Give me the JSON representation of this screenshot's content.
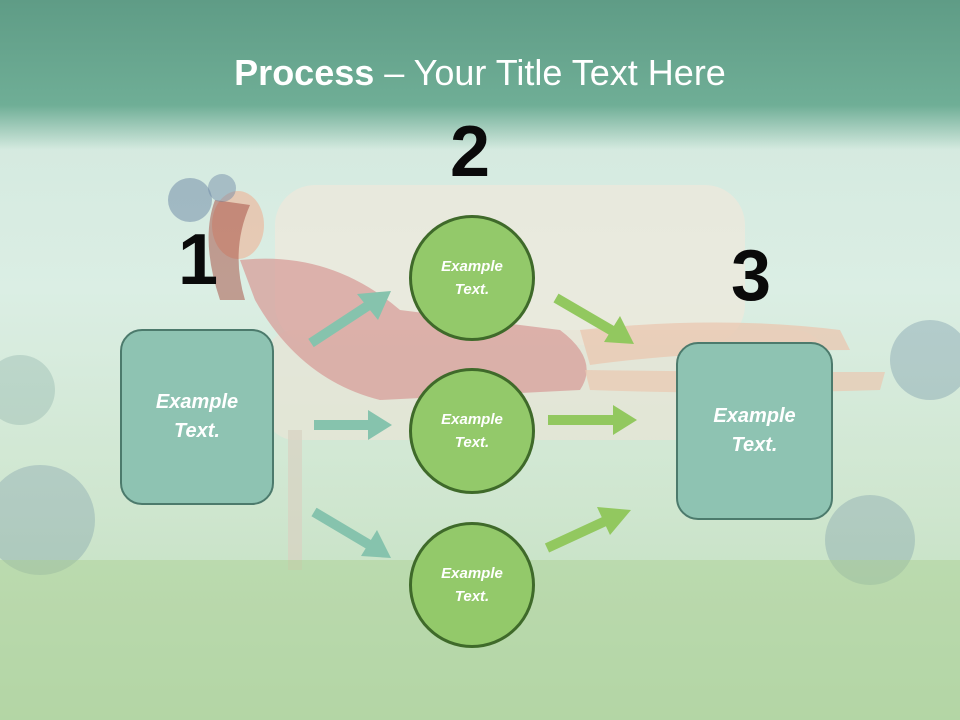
{
  "title": {
    "bold": "Process",
    "rest": " – Your Title Text Here"
  },
  "step_numbers": [
    "1",
    "2",
    "3"
  ],
  "left_box": {
    "text": "Example Text."
  },
  "circles": [
    {
      "text": "Example Text."
    },
    {
      "text": "Example Text."
    },
    {
      "text": "Example Text."
    }
  ],
  "right_box": {
    "text": "Example Text."
  },
  "colors": {
    "box_fill": "#8ec3b2",
    "circle_fill": "#93c96a",
    "arrow_teal": "#86c3ad",
    "arrow_green": "#92c85f",
    "header": "#6fae96"
  }
}
